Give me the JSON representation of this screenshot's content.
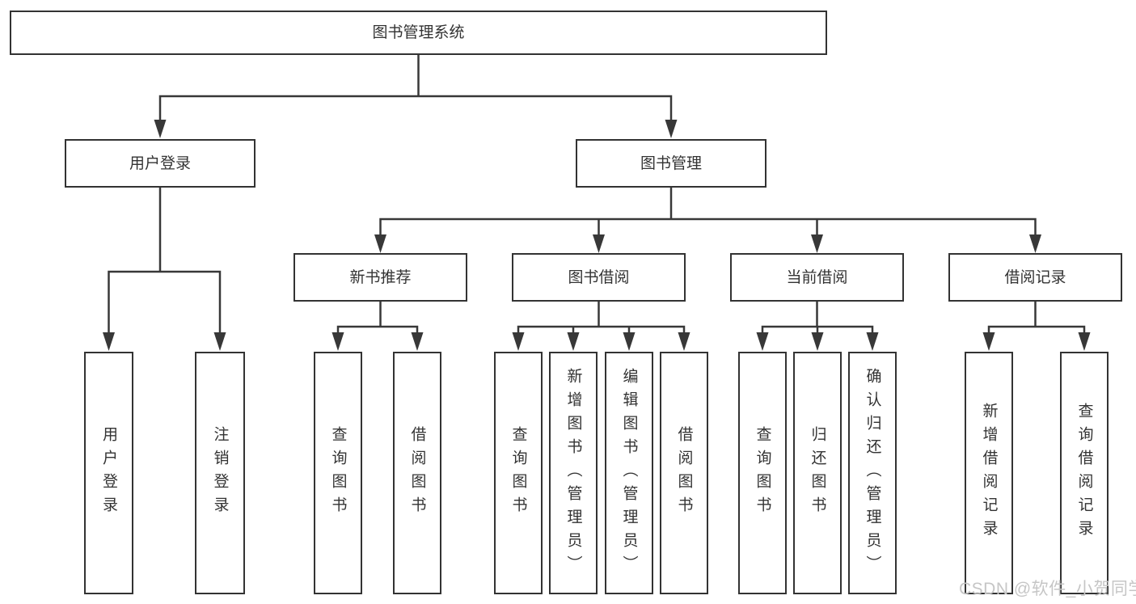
{
  "tree": {
    "root": "图书管理系统",
    "branches": [
      {
        "label": "用户登录",
        "children": [
          {
            "label": "用户登录"
          },
          {
            "label": "注销登录"
          }
        ]
      },
      {
        "label": "图书管理",
        "groups": [
          {
            "label": "新书推荐",
            "children": [
              {
                "label": "查询图书"
              },
              {
                "label": "借阅图书"
              }
            ]
          },
          {
            "label": "图书借阅",
            "children": [
              {
                "label": "查询图书"
              },
              {
                "label": "新增图书（管理员）"
              },
              {
                "label": "编辑图书（管理员）"
              },
              {
                "label": "借阅图书"
              }
            ]
          },
          {
            "label": "当前借阅",
            "children": [
              {
                "label": "查询图书"
              },
              {
                "label": "归还图书"
              },
              {
                "label": "确认归还（管理员）"
              }
            ]
          },
          {
            "label": "借阅记录",
            "children": [
              {
                "label": "新增借阅记录"
              },
              {
                "label": "查询借阅记录"
              }
            ]
          }
        ]
      }
    ]
  },
  "watermark": "CSDN @软件_小贺同学",
  "colors": {
    "line": "#383838",
    "box_border": "#333333",
    "text": "#333333",
    "watermark": "#c6c6c6",
    "background": "#ffffff"
  }
}
